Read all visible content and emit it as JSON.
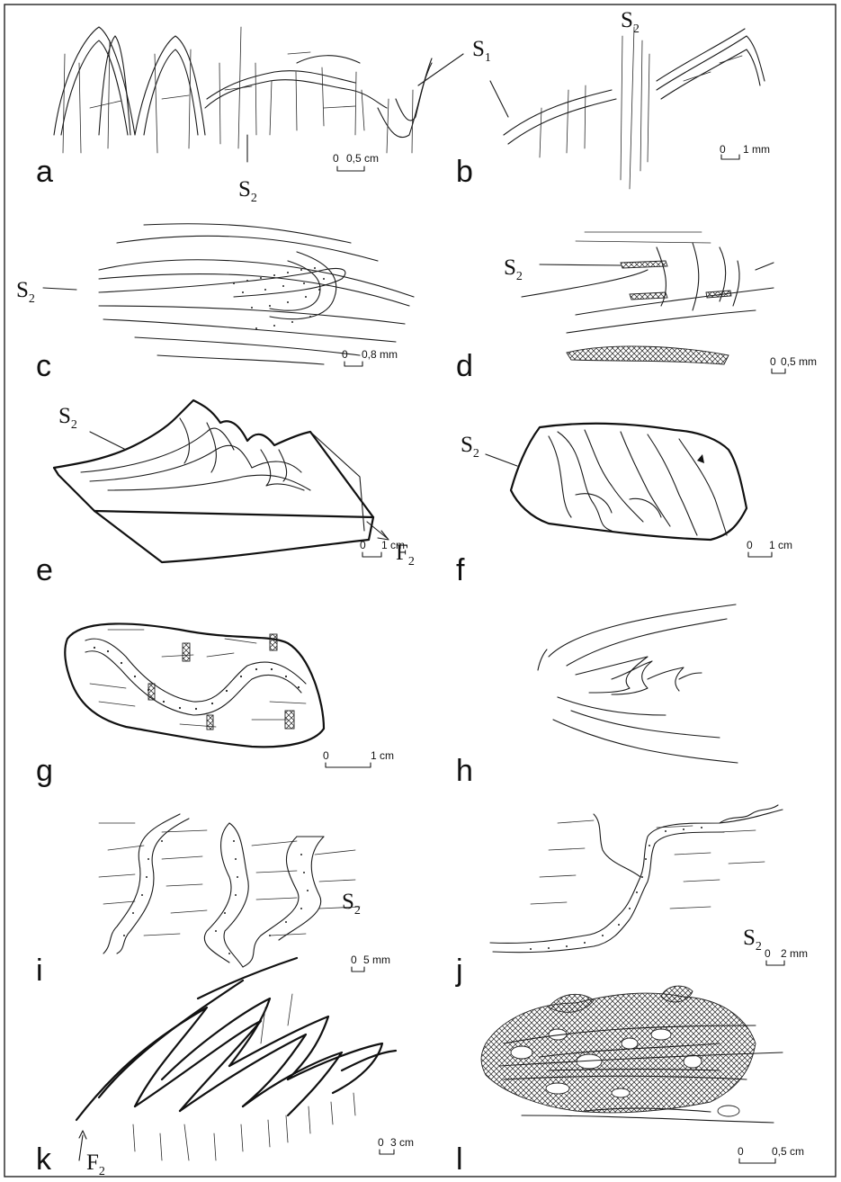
{
  "panels": [
    {
      "letter": "a",
      "scale_zero": "0",
      "scale_label": "0,5 cm",
      "labels": [
        {
          "sym": "S",
          "sub": "2"
        }
      ]
    },
    {
      "letter": "b",
      "scale_zero": "0",
      "scale_label": "1 mm",
      "labels": [
        {
          "sym": "S",
          "sub": "2"
        }
      ]
    },
    {
      "letter": "c",
      "scale_zero": "0",
      "scale_label": "0,8 mm",
      "labels": [
        {
          "sym": "S",
          "sub": "2"
        }
      ]
    },
    {
      "letter": "d",
      "scale_zero": "0",
      "scale_label": "0,5 mm",
      "labels": [
        {
          "sym": "S",
          "sub": "2"
        }
      ]
    },
    {
      "letter": "e",
      "scale_zero": "0",
      "scale_label": "1 cm",
      "labels": [
        {
          "sym": "S",
          "sub": "2"
        },
        {
          "sym": "F",
          "sub": "2"
        }
      ]
    },
    {
      "letter": "f",
      "scale_zero": "0",
      "scale_label": "1 cm",
      "labels": [
        {
          "sym": "S",
          "sub": "2"
        }
      ]
    },
    {
      "letter": "g",
      "scale_zero": "0",
      "scale_label": "1 cm",
      "labels": []
    },
    {
      "letter": "h",
      "scale_zero": "",
      "scale_label": "",
      "labels": []
    },
    {
      "letter": "i",
      "scale_zero": "0",
      "scale_label": "5 mm",
      "labels": [
        {
          "sym": "S",
          "sub": "2"
        }
      ]
    },
    {
      "letter": "j",
      "scale_zero": "0",
      "scale_label": "2 mm",
      "labels": [
        {
          "sym": "S",
          "sub": "2"
        }
      ]
    },
    {
      "letter": "k",
      "scale_zero": "0",
      "scale_label": "3 cm",
      "labels": [
        {
          "sym": "F",
          "sub": "2"
        }
      ]
    },
    {
      "letter": "l",
      "scale_zero": "0",
      "scale_label": "0,5 cm",
      "labels": []
    }
  ],
  "shared_labels": [
    {
      "sym": "S",
      "sub": "1"
    }
  ]
}
